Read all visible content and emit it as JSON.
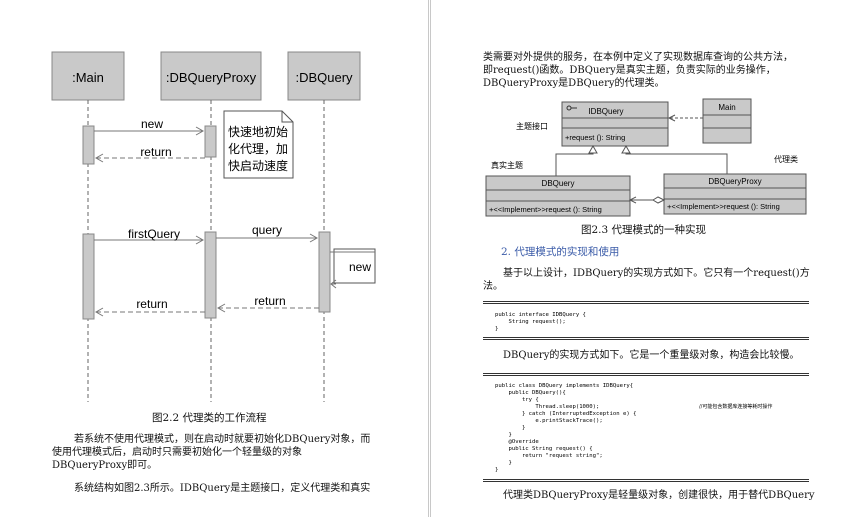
{
  "left_page": {
    "sequence_diagram": {
      "lifelines": [
        ":Main",
        ":DBQueryProxy",
        ":DBQuery"
      ],
      "messages": [
        "new",
        "return",
        "firstQuery",
        "query",
        "new",
        "return",
        "return"
      ],
      "note_lines": [
        "快速地初始",
        "化代理，加",
        "快启动速度"
      ]
    },
    "figure_caption": "图2.2   代理类的工作流程",
    "paragraph1_lines": [
      "若系统不使用代理模式，则在启动时就要初始化DBQuery对象，而",
      "使用代理模式后，启动时只需要初始化一个轻量级的对象",
      "DBQueryProxy即可。"
    ],
    "paragraph2": "系统结构如图2.3所示。IDBQuery是主题接口，定义代理类和真实"
  },
  "right_page": {
    "intro_lines": [
      "类需要对外提供的服务，在本例中定义了实现数据库查询的公共方法，",
      "即request()函数。DBQuery是真实主题，负责实际的业务操作，",
      "DBQueryProxy是DBQuery的代理类。"
    ],
    "class_diagram": {
      "interface_name": "IDBQuery",
      "interface_method": "+request (): String",
      "main_class": "Main",
      "real_class": "DBQuery",
      "real_method": "+<<Implement>>request (): String",
      "proxy_class": "DBQueryProxy",
      "proxy_method": "+<<Implement>>request (): String",
      "label_subject": "主题接口",
      "label_real": "真实主题",
      "label_proxy": "代理类"
    },
    "figure_caption": "图2.3   代理模式的一种实现",
    "section_heading": "2.  代理模式的实现和使用",
    "paragraph1_lines": [
      "基于以上设计，IDBQuery的实现方式如下。它只有一个request()方",
      "法。"
    ],
    "code1_lines": [
      "public interface IDBQuery {",
      "    String request();",
      "}"
    ],
    "paragraph2": "DBQuery的实现方式如下。它是一个重量级对象，构造会比较慢。",
    "code2_lines": [
      "public class DBQuery implements IDBQuery{",
      "    public DBQuery(){",
      "        try {",
      "            Thread.sleep(1000);",
      "        } catch (InterruptedException e) {",
      "            e.printStackTrace();",
      "        }",
      "    }",
      "    @Override",
      "    public String request() {",
      "        return \"request string\";",
      "    }",
      "}"
    ],
    "code2_comment": "//可能包含数据库连接等耗时操作",
    "paragraph3": "代理类DBQueryProxy是轻量级对象，创建很快，用于替代DBQuery"
  }
}
